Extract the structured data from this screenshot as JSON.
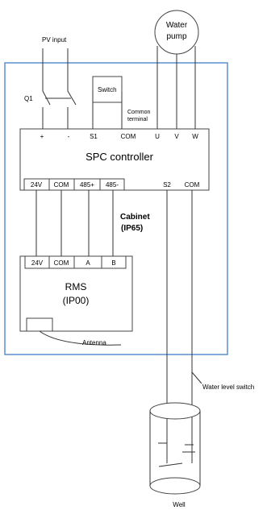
{
  "pv_input": "PV input",
  "water_pump": [
    "Water",
    "pump"
  ],
  "q1": "Q1",
  "switch": "Switch",
  "common_terminal": [
    "Common",
    "terminal"
  ],
  "top_terminals": [
    "+",
    "-",
    "S1",
    "COM",
    "U",
    "V",
    "W"
  ],
  "controller_label": "SPC controller",
  "bottom_terminals": [
    "24V",
    "COM",
    "485+",
    "485-"
  ],
  "right_terminals": [
    "S2",
    "COM"
  ],
  "cabinet": [
    "Cabinet",
    "(IP65)"
  ],
  "rms_terminals": [
    "24V",
    "COM",
    "A",
    "B"
  ],
  "rms_label": [
    "RMS",
    "(IP00)"
  ],
  "antenna": "Antenna",
  "water_level_switch": "Water level switch",
  "well": "Well",
  "colors": {
    "cabinet_border": "#5b8fd0",
    "line": "#333333"
  }
}
